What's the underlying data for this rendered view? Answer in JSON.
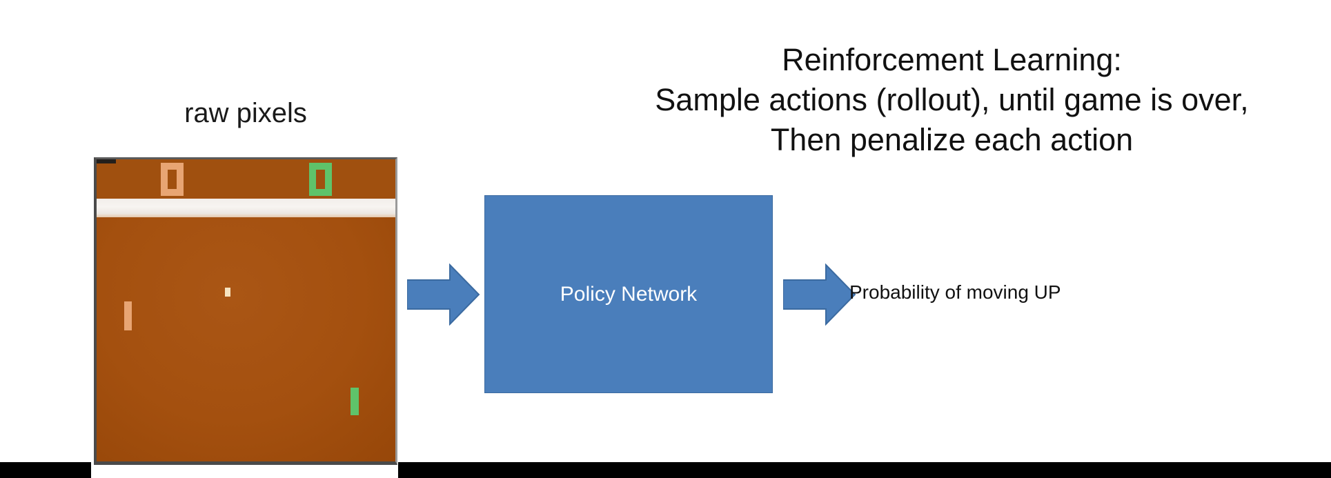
{
  "slide": {
    "background_color": "#ffffff",
    "heading": {
      "lines": [
        "Reinforcement Learning:",
        "Sample actions (rollout), until game is over,",
        "Then penalize each action"
      ],
      "color": "#111111"
    },
    "input_caption": "raw pixels",
    "pong": {
      "alt": "Atari Pong game frame",
      "background_color": "#a4500f",
      "score_band_color": "#a0500f",
      "divider_color": "#f2eeea",
      "left_score": "0",
      "right_score": "0",
      "left_paddle_color": "#e8a573",
      "right_paddle_color": "#5fc36a",
      "ball_color": "#f6e3c0",
      "frame_border_color": "#4a4a4a"
    },
    "policy_network": {
      "label": "Policy Network",
      "fill_color": "#4a7ebb",
      "text_color": "#ffffff"
    },
    "arrows": {
      "input_arrow_name": "right-arrow",
      "output_arrow_name": "right-arrow",
      "color": "#4a7ebb",
      "stroke_color": "#3b6aa0"
    },
    "output_label": "Probability of moving UP",
    "letterbox": {
      "color": "#000000"
    }
  }
}
